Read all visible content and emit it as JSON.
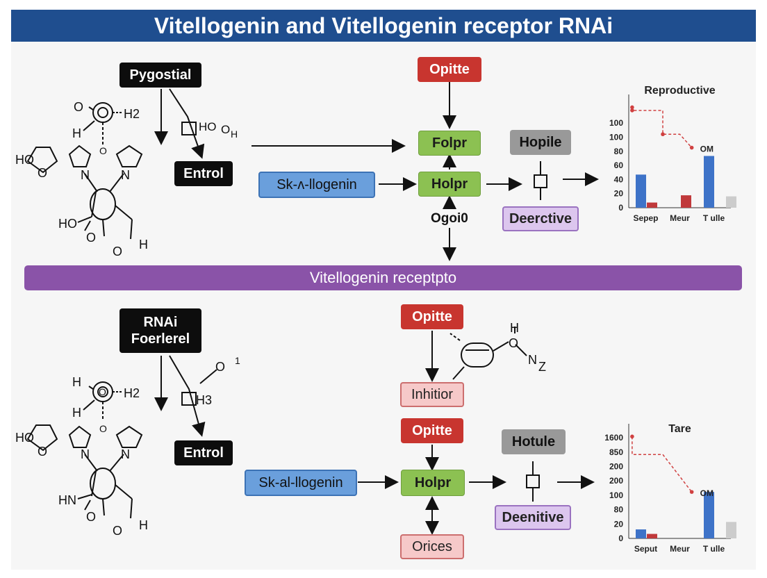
{
  "title": "Vitellogenin and Vitellogenin receptor RNAi",
  "section_bar": "Vitellogenin receptpto",
  "top": {
    "left_label": "Pygostial",
    "entrol": "Entrol",
    "opitte": "Opitte",
    "folpr": "Folpr",
    "holpr": "Holpr",
    "ogoi": "Ogoi0",
    "sk": "Sk-ʌ-llogenin",
    "hopile": "Hopile",
    "deerctive": "Deerctive",
    "chem": {
      "o": "O",
      "h2": "H2",
      "hn": "H",
      "o2": "O",
      "ho_ring": "HO",
      "ring_o": "O",
      "n1": "N",
      "n2": "N",
      "ho2": "HO",
      "o3": "O",
      "o4": "O",
      "h3": "H",
      "side": "HO",
      "side_o": "O",
      "side_h": "H"
    }
  },
  "bottom": {
    "left_label": "RNAi\nFoerlerel",
    "entrol": "Entrol",
    "opitte1": "Opitte",
    "inhibitor": "Inhitior",
    "opitte2": "Opitte",
    "holpr": "Holpr",
    "orices": "Orices",
    "sk": "Sk-al-llogenin",
    "hotule": "Hotule",
    "deenitive": "Deenitive",
    "chem": {
      "h": "H",
      "o": "O",
      "n": "N",
      "z": "Z",
      "o1": "O",
      "one": "1",
      "h3": "H3",
      "hb": "H",
      "ob": "O",
      "h2": "H2",
      "hv": "H",
      "o2": "O",
      "ho_ring": "HO",
      "ring_o": "O",
      "n1": "N",
      "n2": "N",
      "hn": "HN",
      "o3": "O",
      "o4": "O",
      "h4": "H"
    }
  },
  "chart_data": [
    {
      "type": "bar",
      "title": "Reproductive",
      "categories": [
        "Sepep",
        "Meur",
        "T ulle"
      ],
      "ytick_labels": [
        "0",
        "20",
        "40",
        "60",
        "80",
        "100",
        "100"
      ],
      "series": [
        {
          "values": [
            32,
            0,
            50
          ],
          "color": "#3e73c8"
        },
        {
          "values": [
            5,
            12,
            0
          ],
          "color": "#c0393b"
        },
        {
          "values": [
            0,
            0,
            11
          ],
          "color": "#cccccc"
        }
      ],
      "line": {
        "values": [
          [
            0.1,
            97
          ],
          [
            0.1,
            94
          ],
          [
            1,
            94
          ],
          [
            1,
            71
          ],
          [
            1.5,
            71
          ],
          [
            1.85,
            58
          ]
        ],
        "color": "#d04040"
      },
      "annotation": "OM"
    },
    {
      "type": "bar",
      "title": "Tare",
      "categories": [
        "Seput",
        "Meur",
        "T ulle"
      ],
      "ytick_labels": [
        "0",
        "20",
        "80",
        "100",
        "200",
        "200",
        "850",
        "1600"
      ],
      "series": [
        {
          "values": [
            0.6,
            0,
            3.1
          ],
          "color": "#3e73c8"
        },
        {
          "values": [
            0.3,
            0,
            0
          ],
          "color": "#c0393b"
        },
        {
          "values": [
            0,
            0,
            1.1
          ],
          "color": "#cccccc"
        }
      ],
      "line": {
        "values": [
          [
            0.1,
            6.8
          ],
          [
            0.1,
            5.6
          ],
          [
            1,
            5.6
          ],
          [
            1.85,
            3.1
          ]
        ],
        "color": "#d04040"
      },
      "annotation": "OM"
    }
  ]
}
